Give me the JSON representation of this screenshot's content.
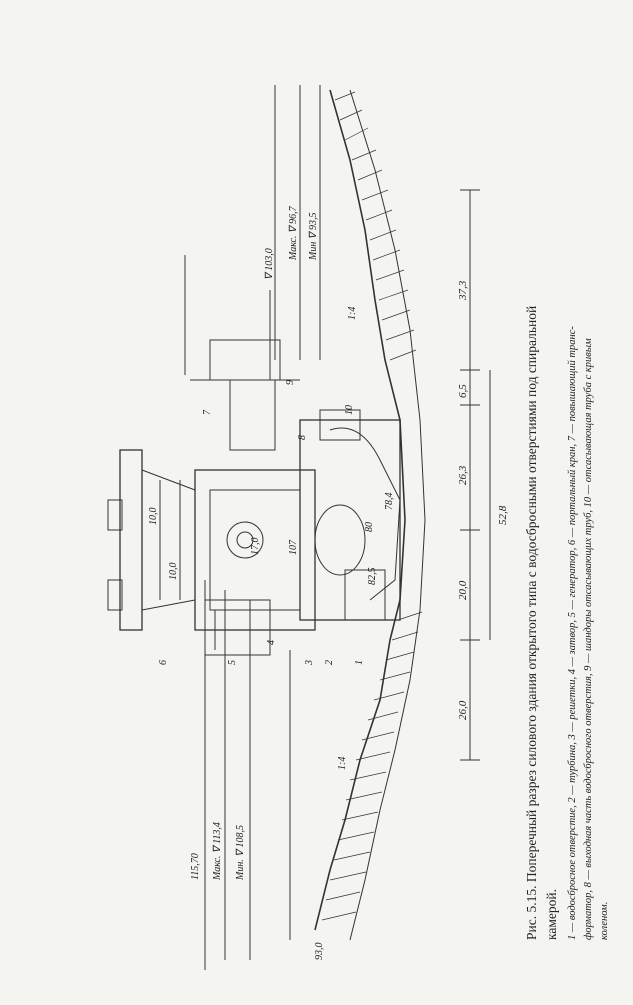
{
  "caption": {
    "title_line1": "Рис. 5.15. Поперечный разрез силового здания открытого типа с водосбросными отверстиями под спиральной",
    "title_line2": "камерой.",
    "legend_line1": "1 — водосбросное отверстие, 2 — турбина, 3 — решетки, 4 — затвор, 5 — генератор, 6 — портальный кран, 7 — повышающий транс-",
    "legend_line2": "форматор, 8 — выходная часть водосбросного отверстия, 9 — шандоры отсасывающих труб, 10 — отсасывающая труба с кривым",
    "legend_line3": "коленом."
  },
  "levels": {
    "upstream_crest": "115,70",
    "upstream_max": "Макс. ∇ 113,4",
    "upstream_min": "Мин. ∇ 108,5",
    "tailwater_top": "∇ 103,0",
    "tailwater_max": "Макс. ∇ 96,7",
    "tailwater_min": "Мин ∇ 93,5",
    "bottom_left": "93,0"
  },
  "dimensions": {
    "d_26_0": "26,0",
    "d_20_0": "20,0",
    "d_26_3": "26,3",
    "d_6_5": "6,5",
    "d_37_3": "37,3",
    "d_52_8": "52,8",
    "d_10_0_a": "10,0",
    "d_10_0_b": "10,0",
    "d_17_0": "17,0",
    "d_82_5": "82,5",
    "d_78_4": "78,4",
    "d_80": "80",
    "d_107": "107",
    "slope_up": "1:4",
    "slope_down": "1:4"
  },
  "labels": [
    "1",
    "2",
    "3",
    "4",
    "5",
    "6",
    "7",
    "8",
    "9",
    "10"
  ]
}
